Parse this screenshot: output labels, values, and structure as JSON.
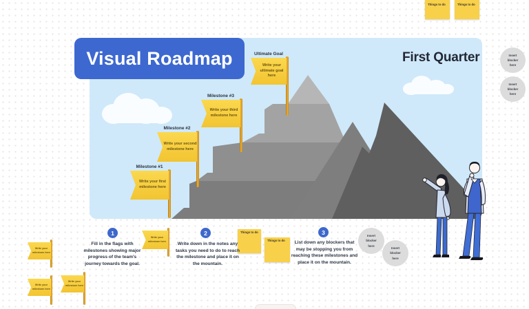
{
  "canvas": {
    "title": "Visual Roadmap",
    "quarter_label": "First Quarter"
  },
  "flags": {
    "ultimate": {
      "label": "Ultimate Goal",
      "body": "Write your ultimate goal here"
    },
    "m3": {
      "label": "Milestone #3",
      "body": "Write your third milestone here"
    },
    "m2": {
      "label": "Milestone #2",
      "body": "Write your second milestone here"
    },
    "m1": {
      "label": "Milestone #1",
      "body": "Write your first milestone here"
    }
  },
  "sample_flag": {
    "body": "Write your milestone here"
  },
  "sticky_note": {
    "label": "Things to do"
  },
  "blocker": {
    "label": "Insert blocker here"
  },
  "instructions": [
    {
      "number": "1",
      "text": "Fill in the flags with milestones showing major progress of the team's journey towards the goal."
    },
    {
      "number": "2",
      "text": "Write down in the notes any tasks you need to do to reach the milestone and place it on the mountain."
    },
    {
      "number": "3",
      "text": "List down any blockers that may be stopping you from reaching these milestones and place it on the mountain."
    }
  ],
  "colors": {
    "accent_blue": "#3d68d0",
    "sky": "#cfe9fa",
    "flag_yellow": "#f5cb3d",
    "note_yellow": "#f8d04a",
    "blocker_gray": "#dcdcdc",
    "mountain_light": "#b6b6b6",
    "mountain_mid": "#8f8f8f",
    "mountain_base": "#7d7d7d",
    "mountain_dark": "#5f5f5f"
  }
}
